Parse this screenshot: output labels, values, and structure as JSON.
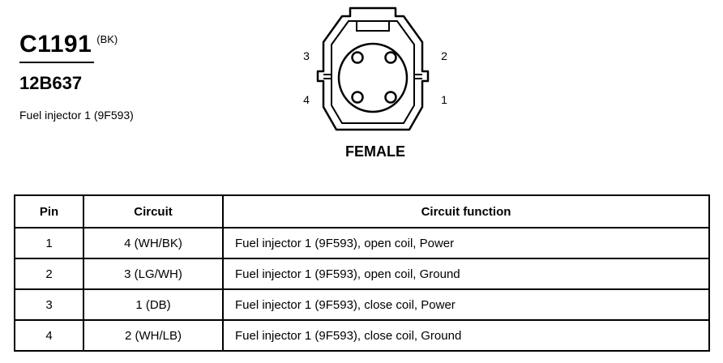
{
  "connector": {
    "id": "C1191",
    "color_code": "(BK)",
    "part_number": "12B637",
    "description": "Fuel injector 1 (9F593)"
  },
  "diagram": {
    "pin_labels": {
      "p1": "1",
      "p2": "2",
      "p3": "3",
      "p4": "4"
    },
    "gender_label": "FEMALE"
  },
  "table": {
    "headers": {
      "pin": "Pin",
      "circuit": "Circuit",
      "function": "Circuit function"
    },
    "rows": [
      {
        "pin": "1",
        "circuit": "4 (WH/BK)",
        "function": "Fuel injector 1 (9F593), open coil, Power"
      },
      {
        "pin": "2",
        "circuit": "3 (LG/WH)",
        "function": "Fuel injector 1 (9F593), open coil, Ground"
      },
      {
        "pin": "3",
        "circuit": "1 (DB)",
        "function": "Fuel injector 1 (9F593), close coil, Power"
      },
      {
        "pin": "4",
        "circuit": "2 (WH/LB)",
        "function": "Fuel injector 1 (9F593), close coil, Ground"
      }
    ]
  }
}
